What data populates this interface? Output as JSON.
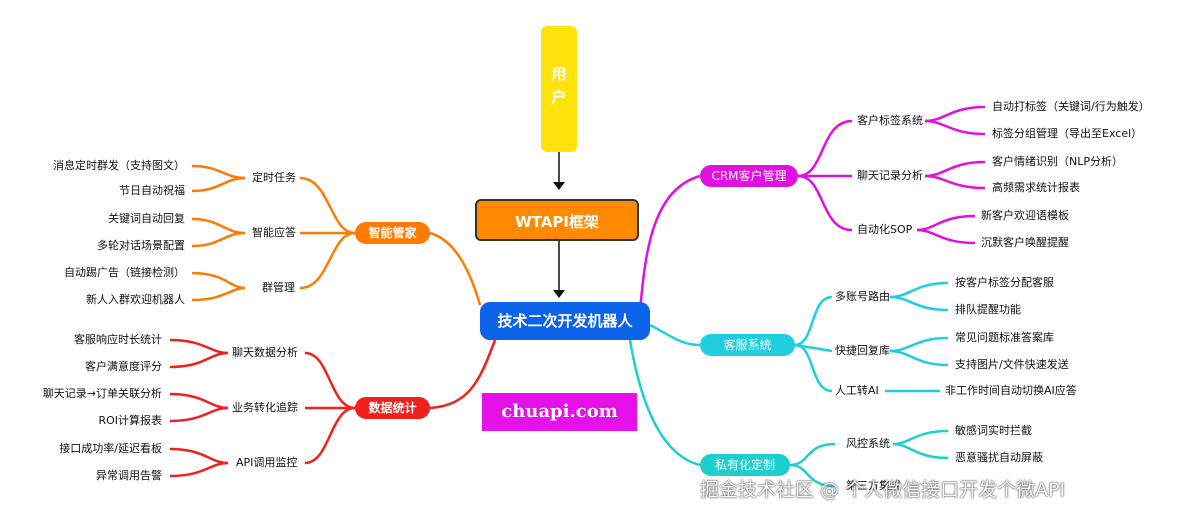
{
  "top_label": "用户",
  "framework": "WTAPI框架",
  "core": "技术二次开发机器人",
  "site": "chuapi.com",
  "watermark": "掘金技术社区 @ 个人微信接口开发个微API",
  "left": {
    "smart": {
      "label": "智能管家",
      "color": "#ff7a00",
      "groups": [
        {
          "label": "定时任务",
          "items": [
            "消息定时群发（支持图文）",
            "节日自动祝福"
          ]
        },
        {
          "label": "智能应答",
          "items": [
            "关键词自动回复",
            "多轮对话场景配置"
          ]
        },
        {
          "label": "群管理",
          "items": [
            "自动踢广告（链接检测）",
            "新人入群欢迎机器人"
          ]
        }
      ]
    },
    "stats": {
      "label": "数据统计",
      "color": "#f0201c",
      "groups": [
        {
          "label": "聊天数据分析",
          "items": [
            "客服响应时长统计",
            "客户满意度评分"
          ]
        },
        {
          "label": "业务转化追踪",
          "items": [
            "聊天记录→订单关联分析",
            "ROI计算报表"
          ]
        },
        {
          "label": "API调用监控",
          "items": [
            "接口成功率/延迟看板",
            "异常调用告警"
          ]
        }
      ]
    }
  },
  "right": {
    "crm": {
      "label": "CRM客户管理",
      "color": "#e010e0",
      "groups": [
        {
          "label": "客户标签系统",
          "items": [
            "自动打标签（关键词/行为触发）",
            "标签分组管理（导出至Excel）"
          ]
        },
        {
          "label": "聊天记录分析",
          "items": [
            "客户情绪识别（NLP分析）",
            "高频需求统计报表"
          ]
        },
        {
          "label": "自动化SOP",
          "items": [
            "新客户欢迎语模板",
            "沉默客户唤醒提醒"
          ]
        }
      ]
    },
    "service": {
      "label": "客服系统",
      "color": "#1fcfe0",
      "groups": [
        {
          "label": "多账号路由",
          "items": [
            "按客户标签分配客服",
            "排队提醒功能"
          ]
        },
        {
          "label": "快捷回复库",
          "items": [
            "常见问题标准答案库",
            "支持图片/文件快速发送"
          ]
        },
        {
          "label": "人工转AI",
          "items": [
            "非工作时间自动切换AI应答"
          ]
        }
      ]
    },
    "private": {
      "label": "私有化定制",
      "color": "#1fcfcf",
      "groups": [
        {
          "label": "风控系统",
          "items": [
            "敏感词实时拦截",
            "恶意骚扰自动屏蔽"
          ]
        },
        {
          "label": "第三方集成",
          "items": []
        }
      ]
    }
  }
}
